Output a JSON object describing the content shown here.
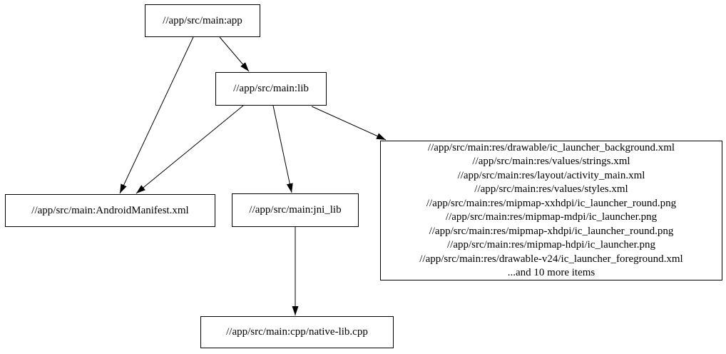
{
  "graph": {
    "title": "bazel-dependency-graph",
    "colors": {
      "background": "#ffffff",
      "node_border": "#000000",
      "edge": "#000000",
      "text": "#000000"
    },
    "nodes": {
      "app": {
        "label": "//app/src/main:app"
      },
      "lib": {
        "label": "//app/src/main:lib"
      },
      "manifest": {
        "label": "//app/src/main:AndroidManifest.xml"
      },
      "jni_lib": {
        "label": "//app/src/main:jni_lib"
      },
      "cpp": {
        "label": "//app/src/main:cpp/native-lib.cpp"
      },
      "res": {
        "lines": [
          "//app/src/main:res/drawable/ic_launcher_background.xml",
          "//app/src/main:res/values/strings.xml",
          "//app/src/main:res/layout/activity_main.xml",
          "//app/src/main:res/values/styles.xml",
          "//app/src/main:res/mipmap-xxhdpi/ic_launcher_round.png",
          "//app/src/main:res/mipmap-mdpi/ic_launcher.png",
          "//app/src/main:res/mipmap-xhdpi/ic_launcher_round.png",
          "//app/src/main:res/mipmap-hdpi/ic_launcher.png",
          "//app/src/main:res/drawable-v24/ic_launcher_foreground.xml",
          "...and 10 more items"
        ]
      }
    },
    "edges": [
      {
        "from": "//app/src/main:app",
        "to": "//app/src/main:lib"
      },
      {
        "from": "//app/src/main:app",
        "to": "//app/src/main:AndroidManifest.xml"
      },
      {
        "from": "//app/src/main:lib",
        "to": "//app/src/main:AndroidManifest.xml"
      },
      {
        "from": "//app/src/main:lib",
        "to": "//app/src/main:jni_lib"
      },
      {
        "from": "//app/src/main:lib",
        "to": "res-file-group"
      },
      {
        "from": "//app/src/main:jni_lib",
        "to": "//app/src/main:cpp/native-lib.cpp"
      }
    ]
  }
}
